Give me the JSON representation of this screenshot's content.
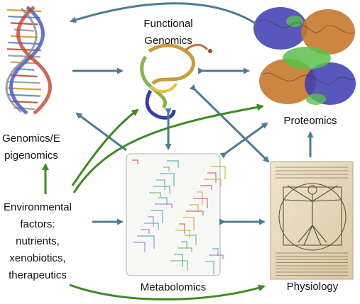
{
  "labels": {
    "functional_genomics": [
      "Functional",
      "Genomics"
    ],
    "proteomics": "Proteomics",
    "genomics_epigenomics": [
      "Genomics/E",
      "pigenomics"
    ],
    "environmental_factors": [
      "Environmental",
      "factors:",
      "nutrients,",
      "xenobiotics,",
      "therapeutics"
    ],
    "metabolomics": "Metabolomics",
    "physiology": "Physiology"
  },
  "colors": {
    "interaction_arrow": "#4a7d93",
    "environment_arrow": "#3f8a22",
    "label_text": "#111111"
  },
  "images": {
    "dna": "dna-double-helix",
    "trna": "trna-3d-structure",
    "protein": "protein-complex-ribbon",
    "metabolic_map": "metabolic-pathways-chart",
    "vitruvian": "vitruvian-man-drawing"
  }
}
